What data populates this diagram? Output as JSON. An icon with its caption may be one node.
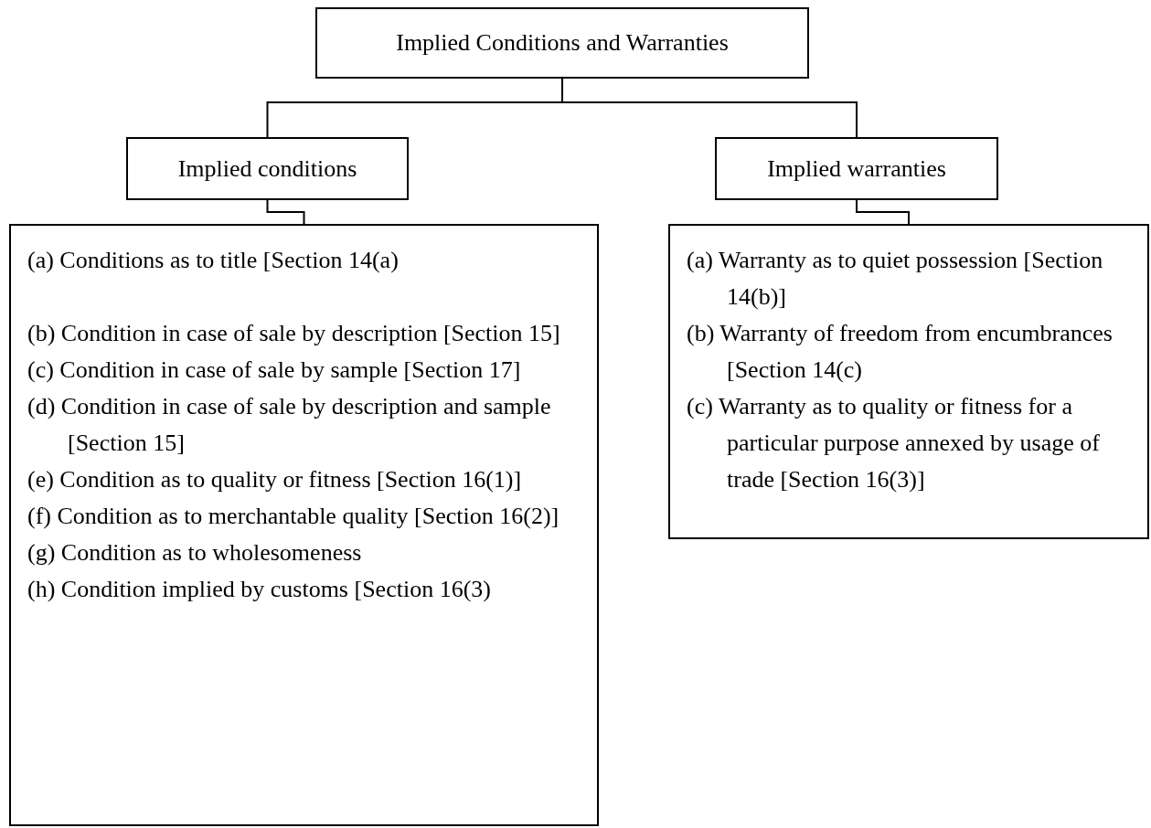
{
  "diagram": {
    "nodes": [
      {
        "text": [
          "Implied Conditions and Warranties"
        ]
      },
      {
        "text": [
          "Implied conditions"
        ]
      },
      {
        "text": [
          "Implied warranties"
        ]
      },
      {
        "text": [
          "(a) Conditions as to title [Section 14(a)",
          "(b) Condition in case of sale by description [Section 15]",
          "(c) Condition in case of sale by sample [Section 17]",
          "(d) Condition in case of sale by description and sample [Section 15]",
          "(e) Condition as to quality or fitness [Section 16(1)]",
          "(f) Condition as to merchantable quality [Section 16(2)]",
          "(g) Condition as to wholesomeness",
          "(h) Condition implied by customs [Section 16(3)"
        ]
      },
      {
        "text": [
          "(a) Warranty as to quiet possession [Section 14(b)]",
          "(b) Warranty of freedom from encumbrances [Section 14(c)",
          "(c) Warranty as to quality or fitness for a particular purpose annexed by usage of trade [Section 16(3)]"
        ]
      }
    ],
    "edges": [
      {
        "from": 0,
        "to": 1,
        "arrow": "none"
      },
      {
        "from": 0,
        "to": 2,
        "arrow": "none"
      },
      {
        "from": 1,
        "to": 3,
        "arrow": "none"
      },
      {
        "from": 2,
        "to": 4,
        "arrow": "none"
      }
    ]
  }
}
